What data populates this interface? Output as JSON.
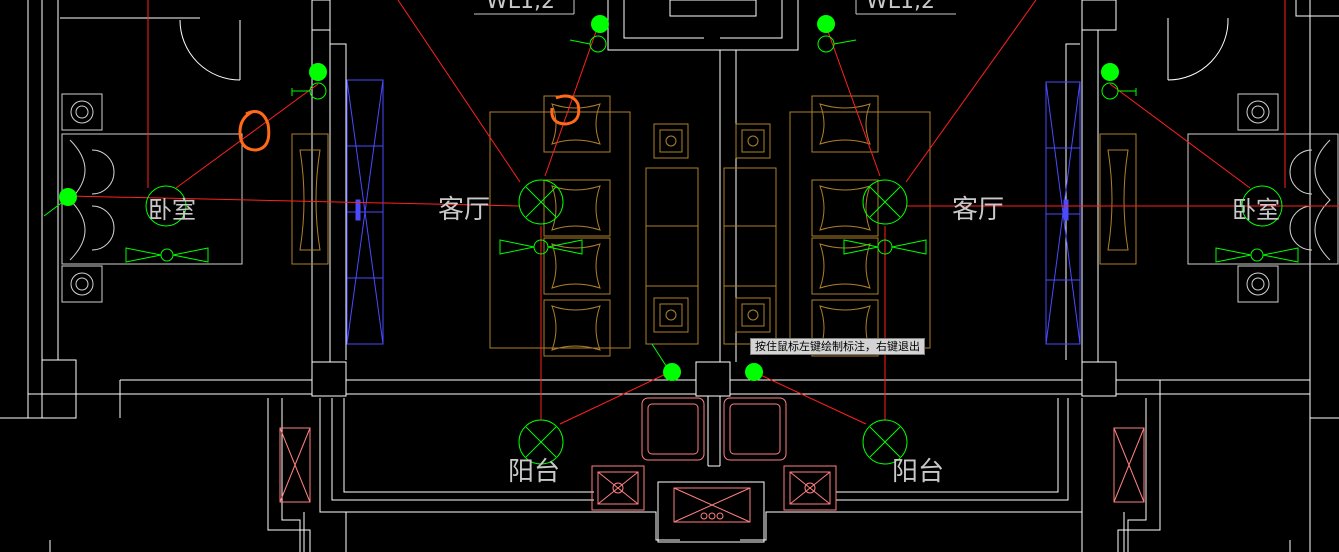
{
  "labels": {
    "living_left": "客厅",
    "living_right": "客厅",
    "bedroom_left": "卧室",
    "bedroom_right": "卧室",
    "balcony_left": "阳台",
    "balcony_right": "阳台",
    "circuit_left": "WL1,2",
    "circuit_right": "WL1,2"
  },
  "tooltip": {
    "text": "按住鼠标左键绘制标注，右键退出"
  },
  "colors": {
    "background": "#000000",
    "wall": "#ffffff",
    "wire": "#ff2020",
    "fixture": "#00ff00",
    "furniture": "#b0802a",
    "window": "#4a4aff",
    "cabinet": "#ff8080",
    "annotation": "#ff6a1a",
    "room_text": "#c8c8c8"
  }
}
